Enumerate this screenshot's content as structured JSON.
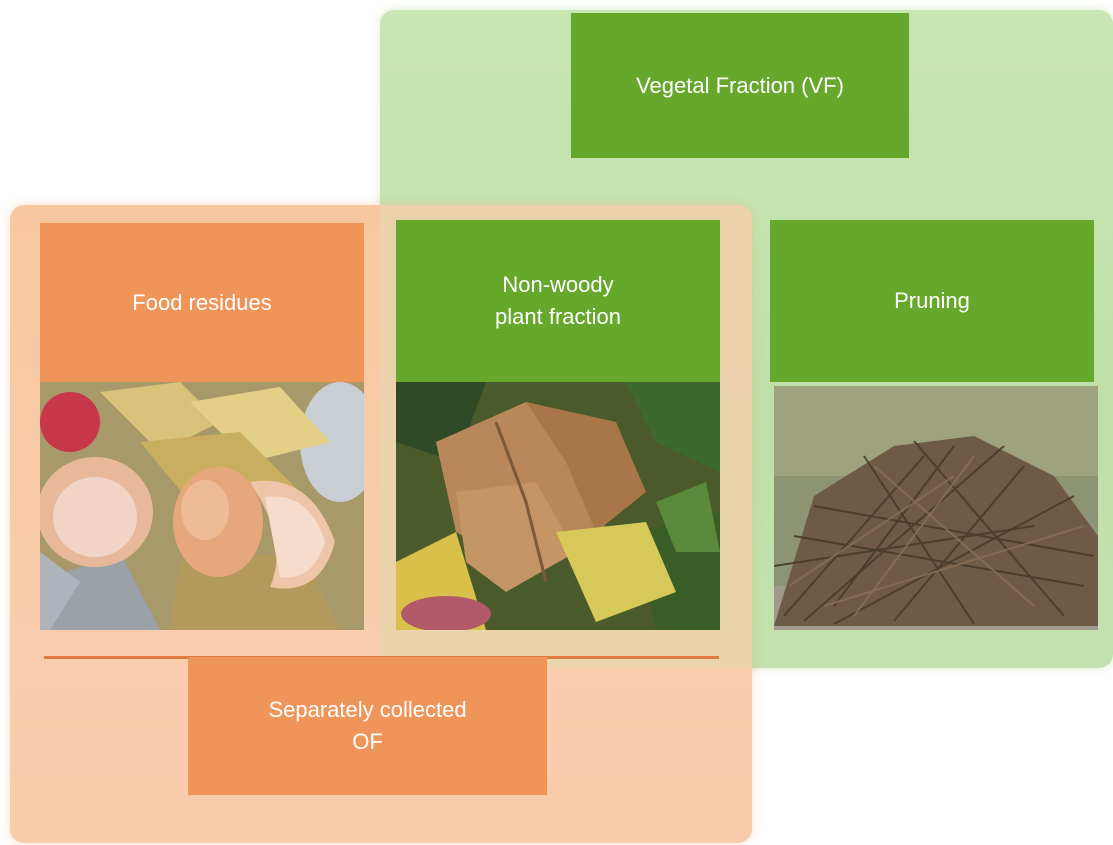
{
  "diagram": {
    "vf_title": "Vegetal Fraction (VF)",
    "food_residues": "Food residues",
    "non_woody": "Non-woody\nplant fraction",
    "pruning": "Pruning",
    "of_title": "Separately collected\nOF"
  },
  "colors": {
    "green_box": "#66a82c",
    "orange_box": "#f0955a",
    "vf_region": "#c9e6b5",
    "of_region": "#f8c79f"
  }
}
